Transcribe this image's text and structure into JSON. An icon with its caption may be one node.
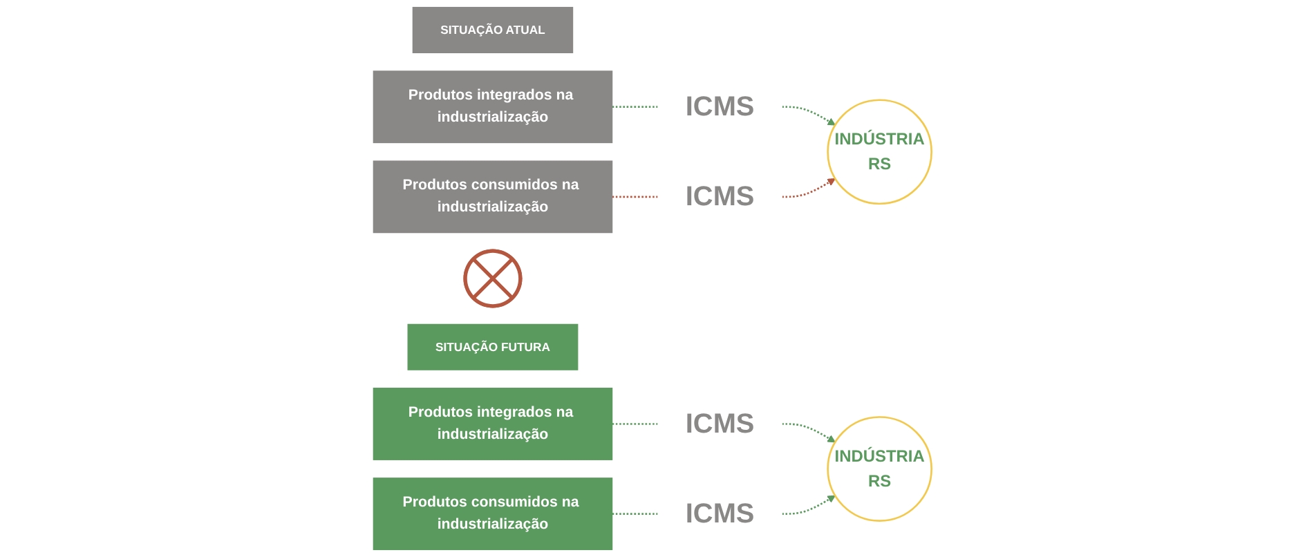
{
  "diagram": {
    "nodes": [
      {
        "text": [
          "SITUAÇÃO ATUAL"
        ]
      },
      {
        "text": [
          "Produtos integrados na industrialização"
        ]
      },
      {
        "text": [
          "ICMS"
        ]
      },
      {
        "text": [
          "Produtos consumidos na industrialização"
        ]
      },
      {
        "text": [
          "ICMS"
        ]
      },
      {
        "text": [],
        "shape": "cross"
      },
      {
        "text": [
          "INDÚSTRIA",
          "RS"
        ]
      },
      {
        "text": [
          "SITUAÇÃO FUTURA"
        ]
      },
      {
        "text": [
          "Produtos integrados na industrialização"
        ]
      },
      {
        "text": [
          "ICMS"
        ]
      },
      {
        "text": [
          "Produtos consumidos na industrialização"
        ]
      },
      {
        "text": [
          "ICMS"
        ]
      },
      {
        "text": [
          "INDÚSTRIA",
          "RS"
        ]
      }
    ],
    "edges": [
      {
        "from": 1,
        "to": 2,
        "arrow": "none",
        "style": "dashed"
      },
      {
        "from": 2,
        "to": 6,
        "arrow": "to",
        "style": "dashed"
      },
      {
        "from": 3,
        "to": 4,
        "arrow": "none",
        "style": "dashed",
        "color": "#b5563f"
      },
      {
        "from": 4,
        "to": 6,
        "arrow": "to",
        "style": "dashed",
        "color": "#b5563f"
      },
      {
        "from": 8,
        "to": 9,
        "arrow": "none",
        "style": "dashed"
      },
      {
        "from": 9,
        "to": 12,
        "arrow": "to",
        "style": "dashed"
      },
      {
        "from": 10,
        "to": 11,
        "arrow": "none",
        "style": "dashed"
      },
      {
        "from": 11,
        "to": 12,
        "arrow": "to",
        "style": "dashed"
      }
    ]
  }
}
